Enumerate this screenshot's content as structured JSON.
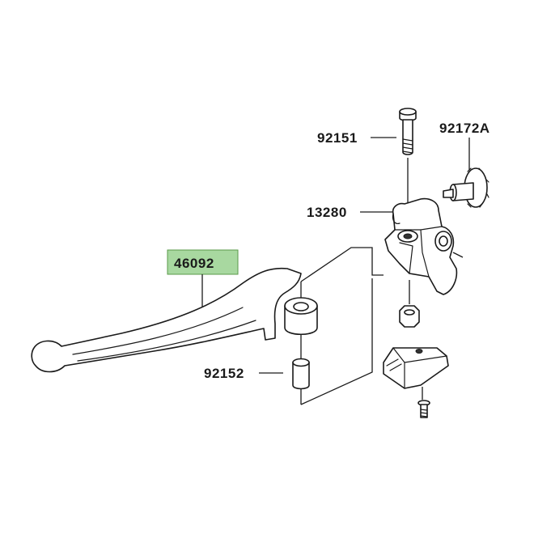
{
  "parts": [
    {
      "id": "lever",
      "number": "46092",
      "highlighted": true
    },
    {
      "id": "bolt",
      "number": "92151",
      "highlighted": false
    },
    {
      "id": "adjuster",
      "number": "92172A",
      "highlighted": false
    },
    {
      "id": "holder",
      "number": "13280",
      "highlighted": false
    },
    {
      "id": "collar",
      "number": "92152",
      "highlighted": false
    }
  ],
  "colors": {
    "highlight": "#a8d8a0",
    "line": "#1a1a1a",
    "background": "#ffffff"
  }
}
